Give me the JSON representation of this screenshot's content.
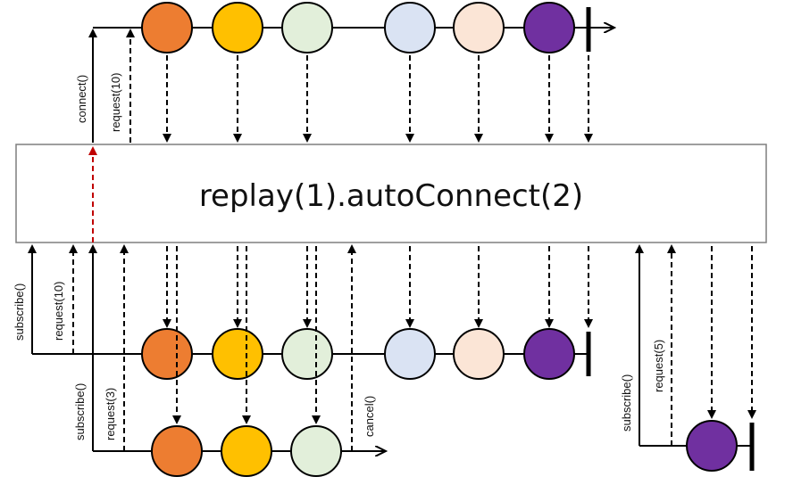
{
  "operator": {
    "label": "replay(1).autoConnect(2)"
  },
  "source": {
    "signals": {
      "connect": "connect()",
      "request": "request(10)"
    }
  },
  "subscriber1": {
    "signals": {
      "subscribe": "subscribe()",
      "request": "request(10)"
    }
  },
  "subscriber2": {
    "signals": {
      "subscribe": "subscribe()",
      "request": "request(3)",
      "cancel": "cancel()"
    }
  },
  "subscriber3": {
    "signals": {
      "subscribe": "subscribe()",
      "request": "request(5)"
    }
  },
  "colors": {
    "orange": "#ED7D31",
    "gold": "#FFC000",
    "pale_green": "#E2EFDA",
    "pale_blue": "#DAE3F3",
    "peach": "#FBE5D6",
    "purple": "#7030A0",
    "connect_arrow": "#C00000"
  }
}
